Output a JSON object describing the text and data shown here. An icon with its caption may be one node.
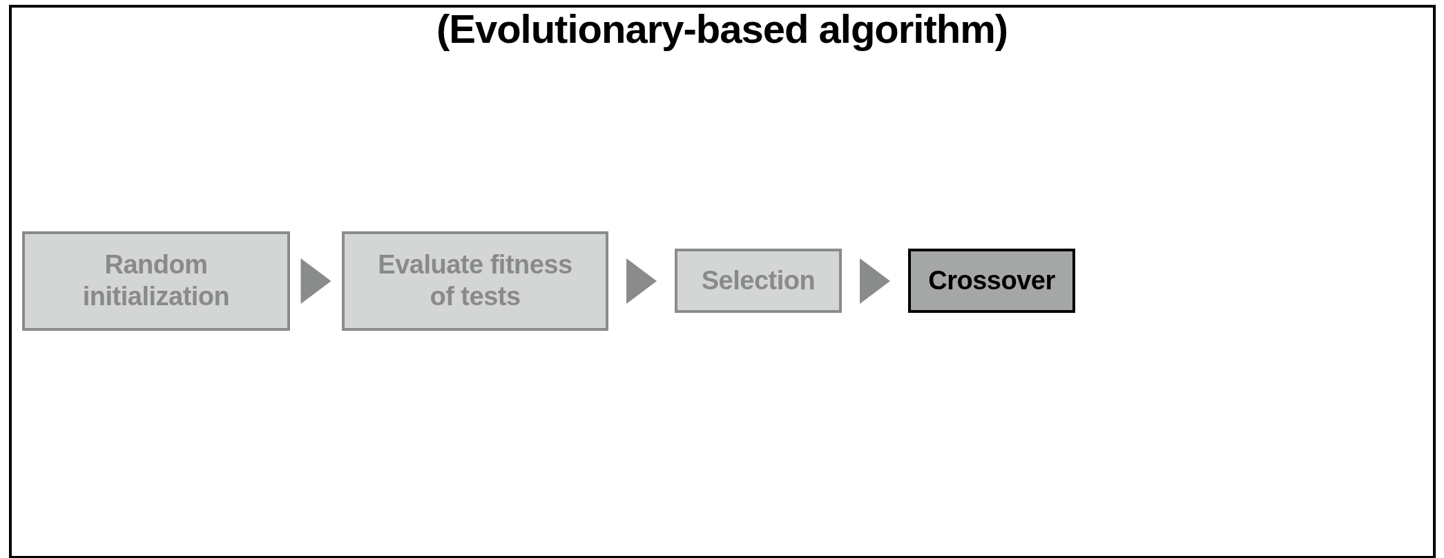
{
  "diagram": {
    "title": "(Evolutionary-based algorithm)",
    "nodes": [
      {
        "text": [
          "Random initialization"
        ]
      },
      {
        "text": [
          "Evaluate fitness of tests"
        ]
      },
      {
        "text": [
          "Selection"
        ]
      },
      {
        "text": [
          "Crossover"
        ]
      }
    ],
    "edges": [
      {
        "from": 0,
        "to": 1,
        "arrow": "to"
      },
      {
        "from": 1,
        "to": 2,
        "arrow": "to"
      },
      {
        "from": 2,
        "to": 3,
        "arrow": "to"
      }
    ]
  }
}
